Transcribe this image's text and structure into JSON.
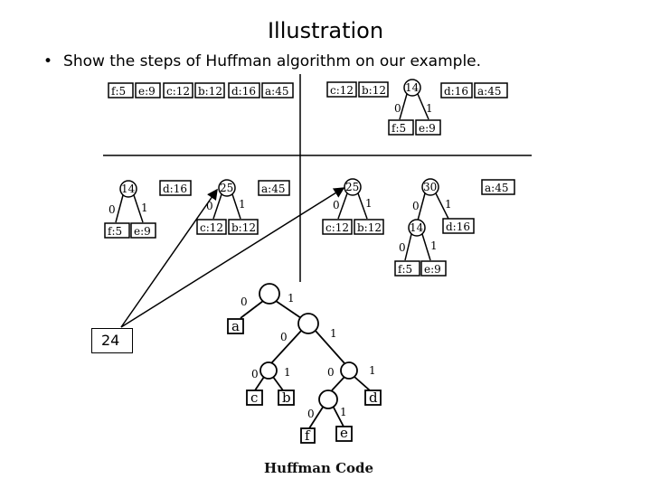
{
  "slide": {
    "title": "Illustration",
    "bullet": "Show the steps of Huffman algorithm on our example.",
    "callout": "24"
  },
  "step1": {
    "boxes": [
      "f:5",
      "e:9",
      "c:12",
      "b:12",
      "d:16",
      "a:45"
    ]
  },
  "step2": {
    "boxes": [
      "c:12",
      "b:12",
      "d:16",
      "a:45"
    ],
    "circle": "14",
    "edge0": "0",
    "edge1": "1",
    "leaves": [
      "f:5",
      "e:9"
    ]
  },
  "step3": {
    "t14": {
      "circle": "14",
      "edge0": "0",
      "edge1": "1",
      "leaves": [
        "f:5",
        "e:9"
      ]
    },
    "d16": "d:16",
    "t25": {
      "circle": "25",
      "edge0": "0",
      "edge1": "1",
      "leaves": [
        "c:12",
        "b:12"
      ]
    },
    "a45": "a:45"
  },
  "step4": {
    "t25": {
      "circle": "25",
      "edge0": "0",
      "edge1": "1",
      "leaves": [
        "c:12",
        "b:12"
      ]
    },
    "t30": {
      "circle": "30",
      "edge0": "0",
      "edge1": "1",
      "child14": {
        "circle": "14",
        "edge0": "0",
        "edge1": "1",
        "leaves": [
          "f:5",
          "e:9"
        ]
      },
      "d16": "d:16"
    },
    "a45": "a:45"
  },
  "final_tree": {
    "leaves": {
      "a": "a",
      "c": "c",
      "b": "b",
      "d": "d",
      "f": "f",
      "e": "e"
    },
    "zero": "0",
    "one": "1",
    "caption": "Huffman Code"
  }
}
